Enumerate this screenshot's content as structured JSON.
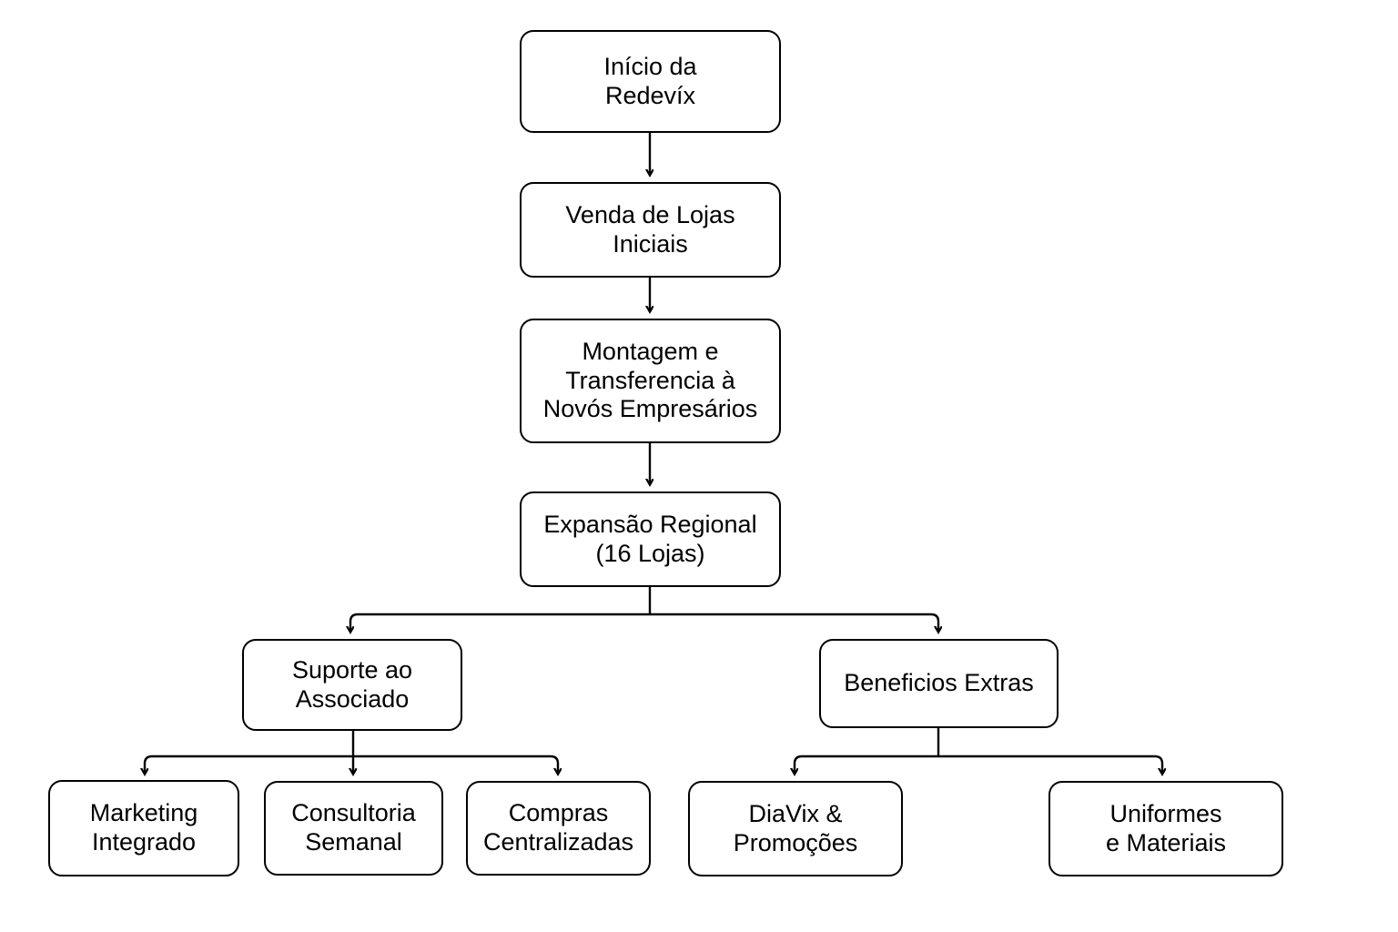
{
  "diagram": {
    "type": "flowchart",
    "orientation": "top-down",
    "background_color": "#ffffff",
    "line_color": "#000000",
    "text_color": "#000000",
    "node_shape": "rounded-rectangle",
    "nodes": [
      {
        "id": "inicio",
        "label": "Início da\nRedevíx",
        "level": 0
      },
      {
        "id": "venda",
        "label": "Venda de Lojas\nIniciais",
        "level": 1
      },
      {
        "id": "montagem",
        "label": "Montagem e\nTransferencia  à\nNovós Empresários",
        "level": 2
      },
      {
        "id": "expansao",
        "label": "Expansão Regional\n(16 Lojas)",
        "level": 3
      },
      {
        "id": "suporte",
        "label": "Suporte ao\nAssociado",
        "level": 4
      },
      {
        "id": "beneficios",
        "label": "Beneficios Extras",
        "level": 4
      },
      {
        "id": "marketing",
        "label": "Marketing\nIntegrado",
        "level": 5
      },
      {
        "id": "consultoria",
        "label": "Consultoria\nSemanal",
        "level": 5
      },
      {
        "id": "compras",
        "label": "Compras\nCentralizadas",
        "level": 5
      },
      {
        "id": "diavix",
        "label": "DiaVix &\nPromoções",
        "level": 5
      },
      {
        "id": "uniformes",
        "label": "Uniformes\ne Materiais",
        "level": 5
      }
    ],
    "edges": [
      {
        "from": "inicio",
        "to": "venda"
      },
      {
        "from": "venda",
        "to": "montagem"
      },
      {
        "from": "montagem",
        "to": "expansao"
      },
      {
        "from": "expansao",
        "to": "suporte"
      },
      {
        "from": "expansao",
        "to": "beneficios"
      },
      {
        "from": "suporte",
        "to": "marketing"
      },
      {
        "from": "suporte",
        "to": "consultoria"
      },
      {
        "from": "suporte",
        "to": "compras"
      },
      {
        "from": "beneficios",
        "to": "diavix"
      },
      {
        "from": "beneficios",
        "to": "uniformes"
      }
    ]
  }
}
